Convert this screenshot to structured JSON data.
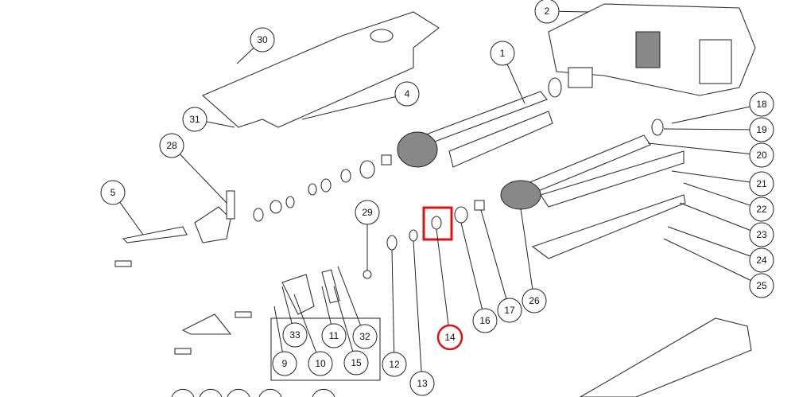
{
  "diagram": {
    "callouts": [
      "1",
      "2",
      "4",
      "5",
      "9",
      "10",
      "11",
      "12",
      "13",
      "14",
      "15",
      "16",
      "17",
      "18",
      "19",
      "20",
      "21",
      "22",
      "23",
      "24",
      "25",
      "26",
      "28",
      "29",
      "30",
      "31",
      "32",
      "33"
    ],
    "highlighted_callout": "14",
    "highlight_color": "#e01010"
  }
}
